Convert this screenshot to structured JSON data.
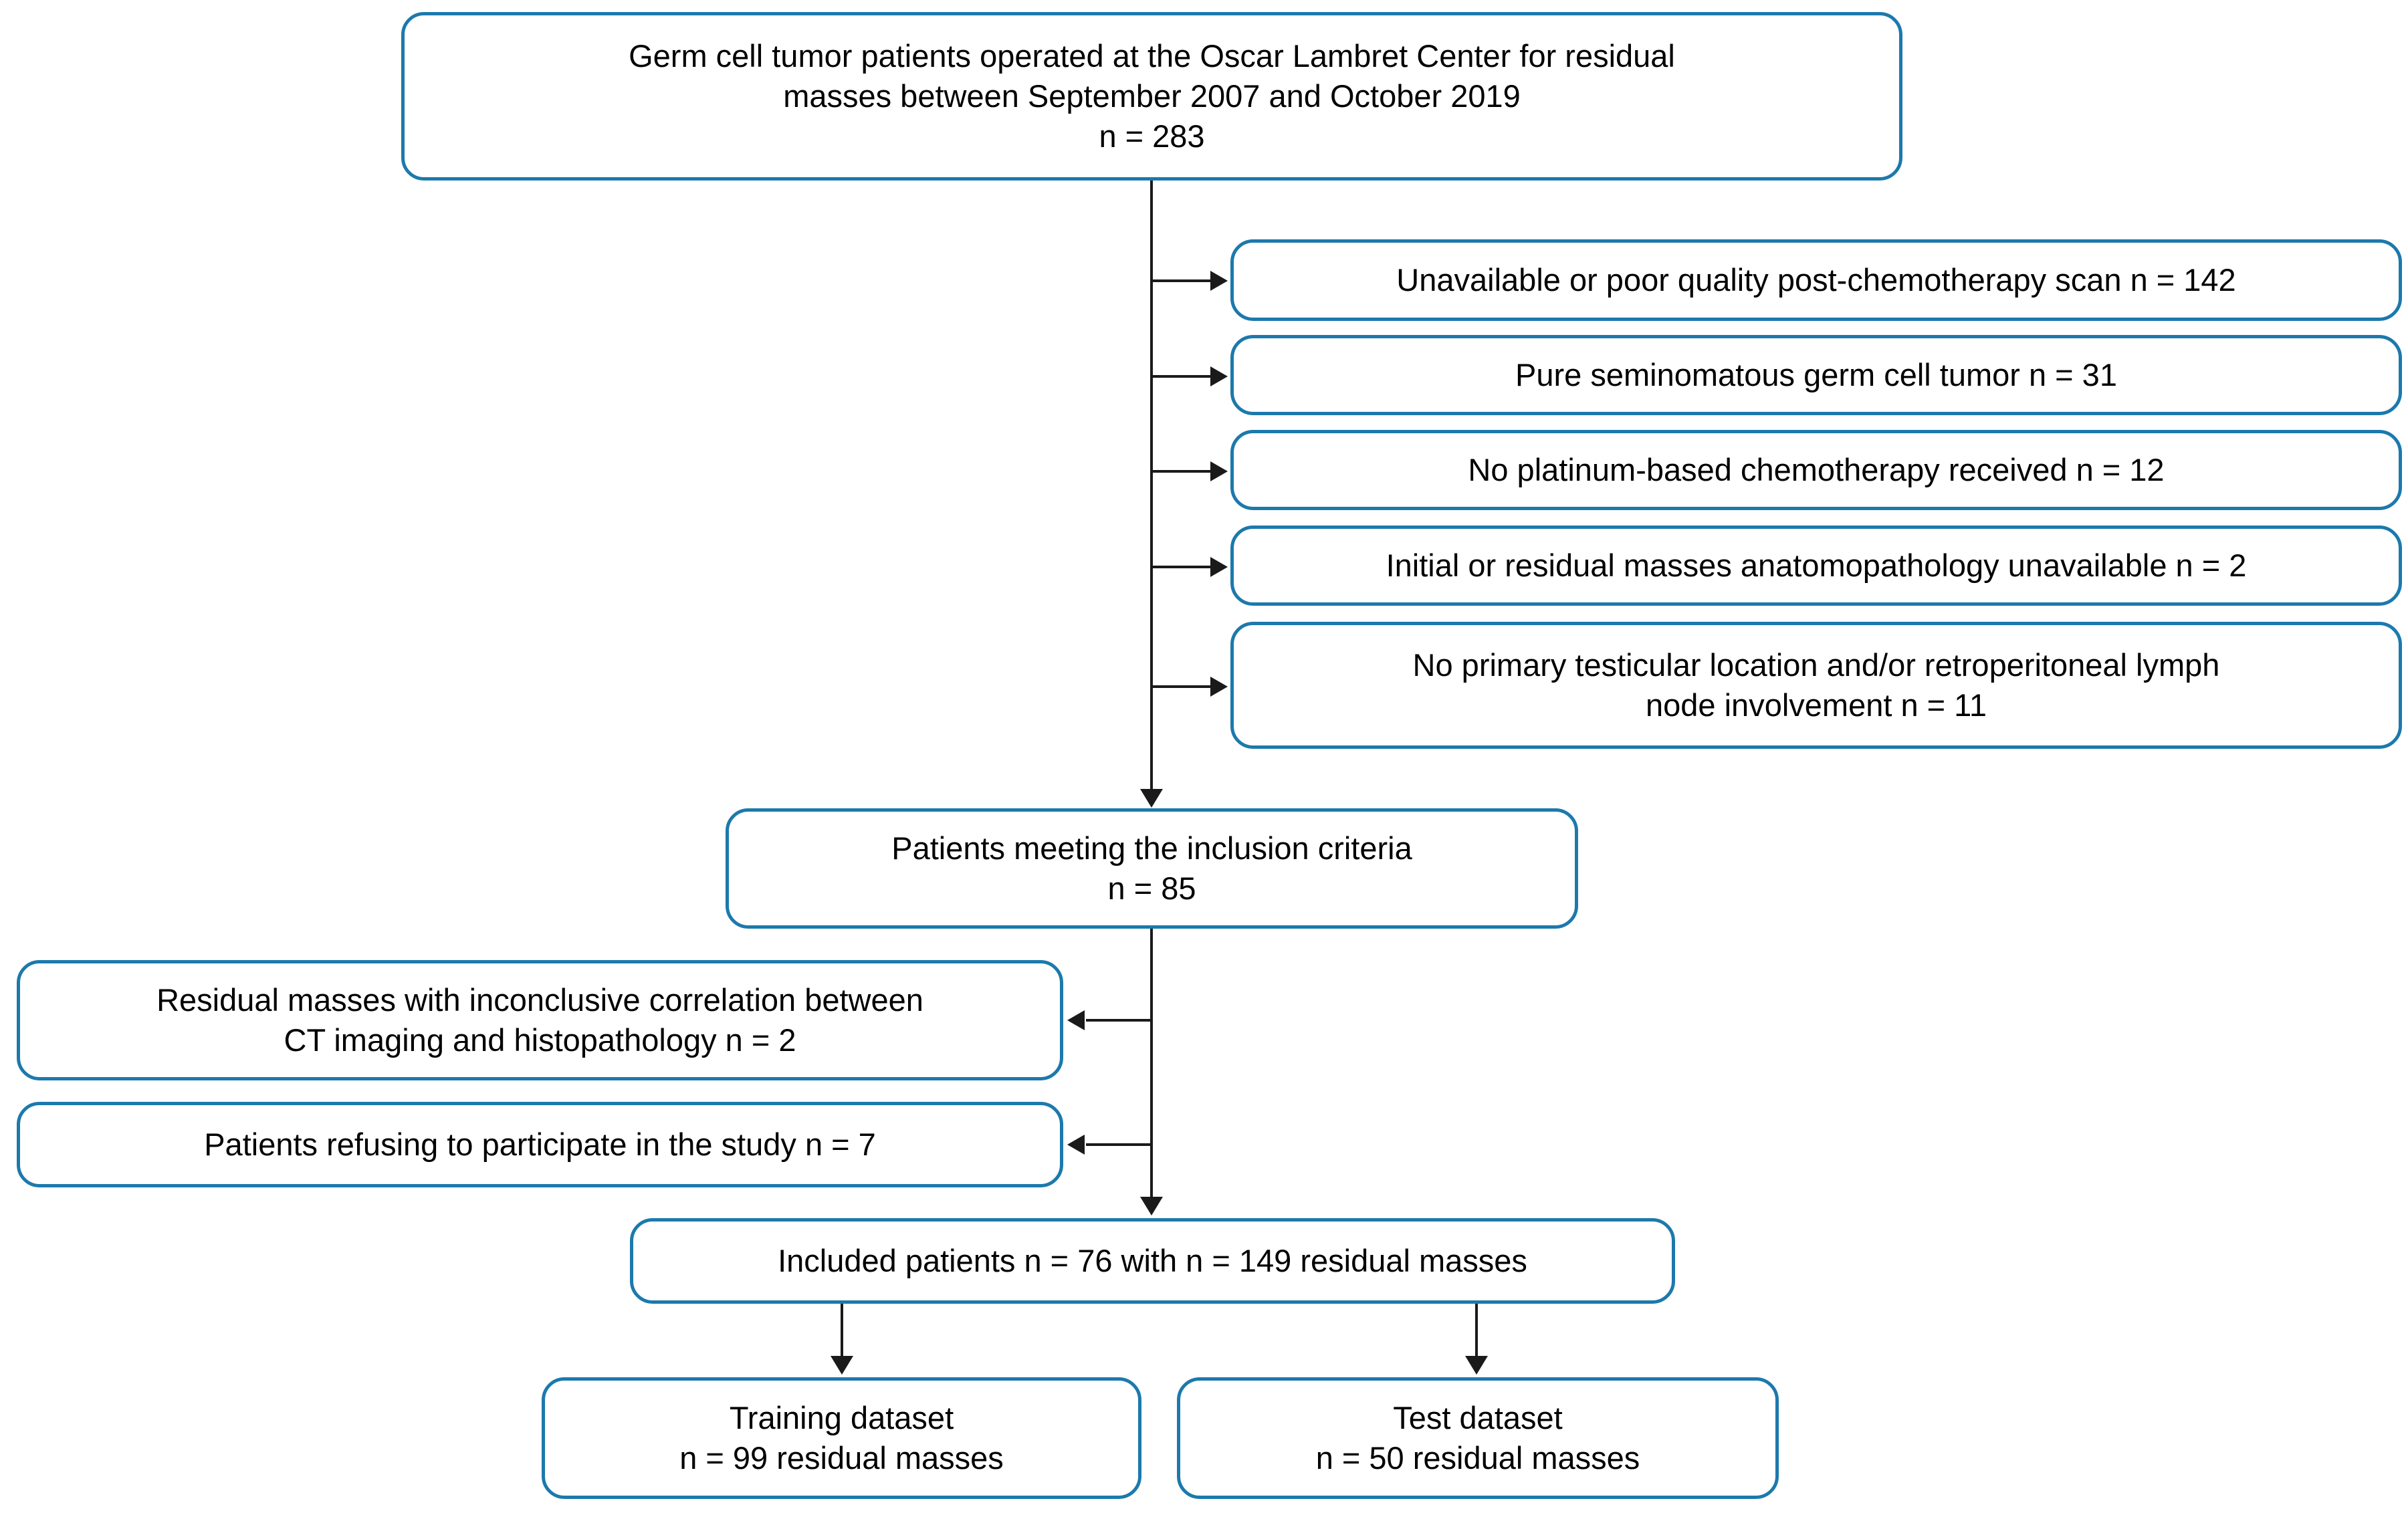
{
  "diagram": {
    "title": "Patient selection flowchart",
    "accent_color": "#1c79ac",
    "connector_color": "#1a1a1a",
    "background_color": "#ffffff"
  },
  "nodes": {
    "source_population": {
      "text": "Germ cell tumor patients operated at the Oscar Lambret Center for residual\nmasses between September 2007 and October 2019\nn = 283"
    },
    "inclusion_criteria": {
      "text": "Patients meeting the inclusion criteria\nn = 85"
    },
    "included_patients": {
      "text": "Included patients n = 76   with n =  149 residual masses"
    },
    "training_dataset": {
      "text": "Training dataset\nn = 99 residual masses"
    },
    "test_dataset": {
      "text": "Test dataset\nn = 50 residual masses"
    }
  },
  "exclusions_right": [
    {
      "text": "Unavailable or poor quality post-chemotherapy scan    n = 142"
    },
    {
      "text": "Pure seminomatous germ cell tumor    n = 31"
    },
    {
      "text": "No platinum-based chemotherapy received    n = 12"
    },
    {
      "text": "Initial or residual masses anatomopathology  unavailable    n = 2"
    },
    {
      "text": "No primary testicular location and/or retroperitoneal lymph\nnode involvement    n = 11"
    }
  ],
  "exclusions_left": [
    {
      "text": "Residual masses with inconclusive correlation between\nCT imaging and histopathology    n = 2"
    },
    {
      "text": "Patients refusing to participate in the study    n = 7"
    }
  ]
}
